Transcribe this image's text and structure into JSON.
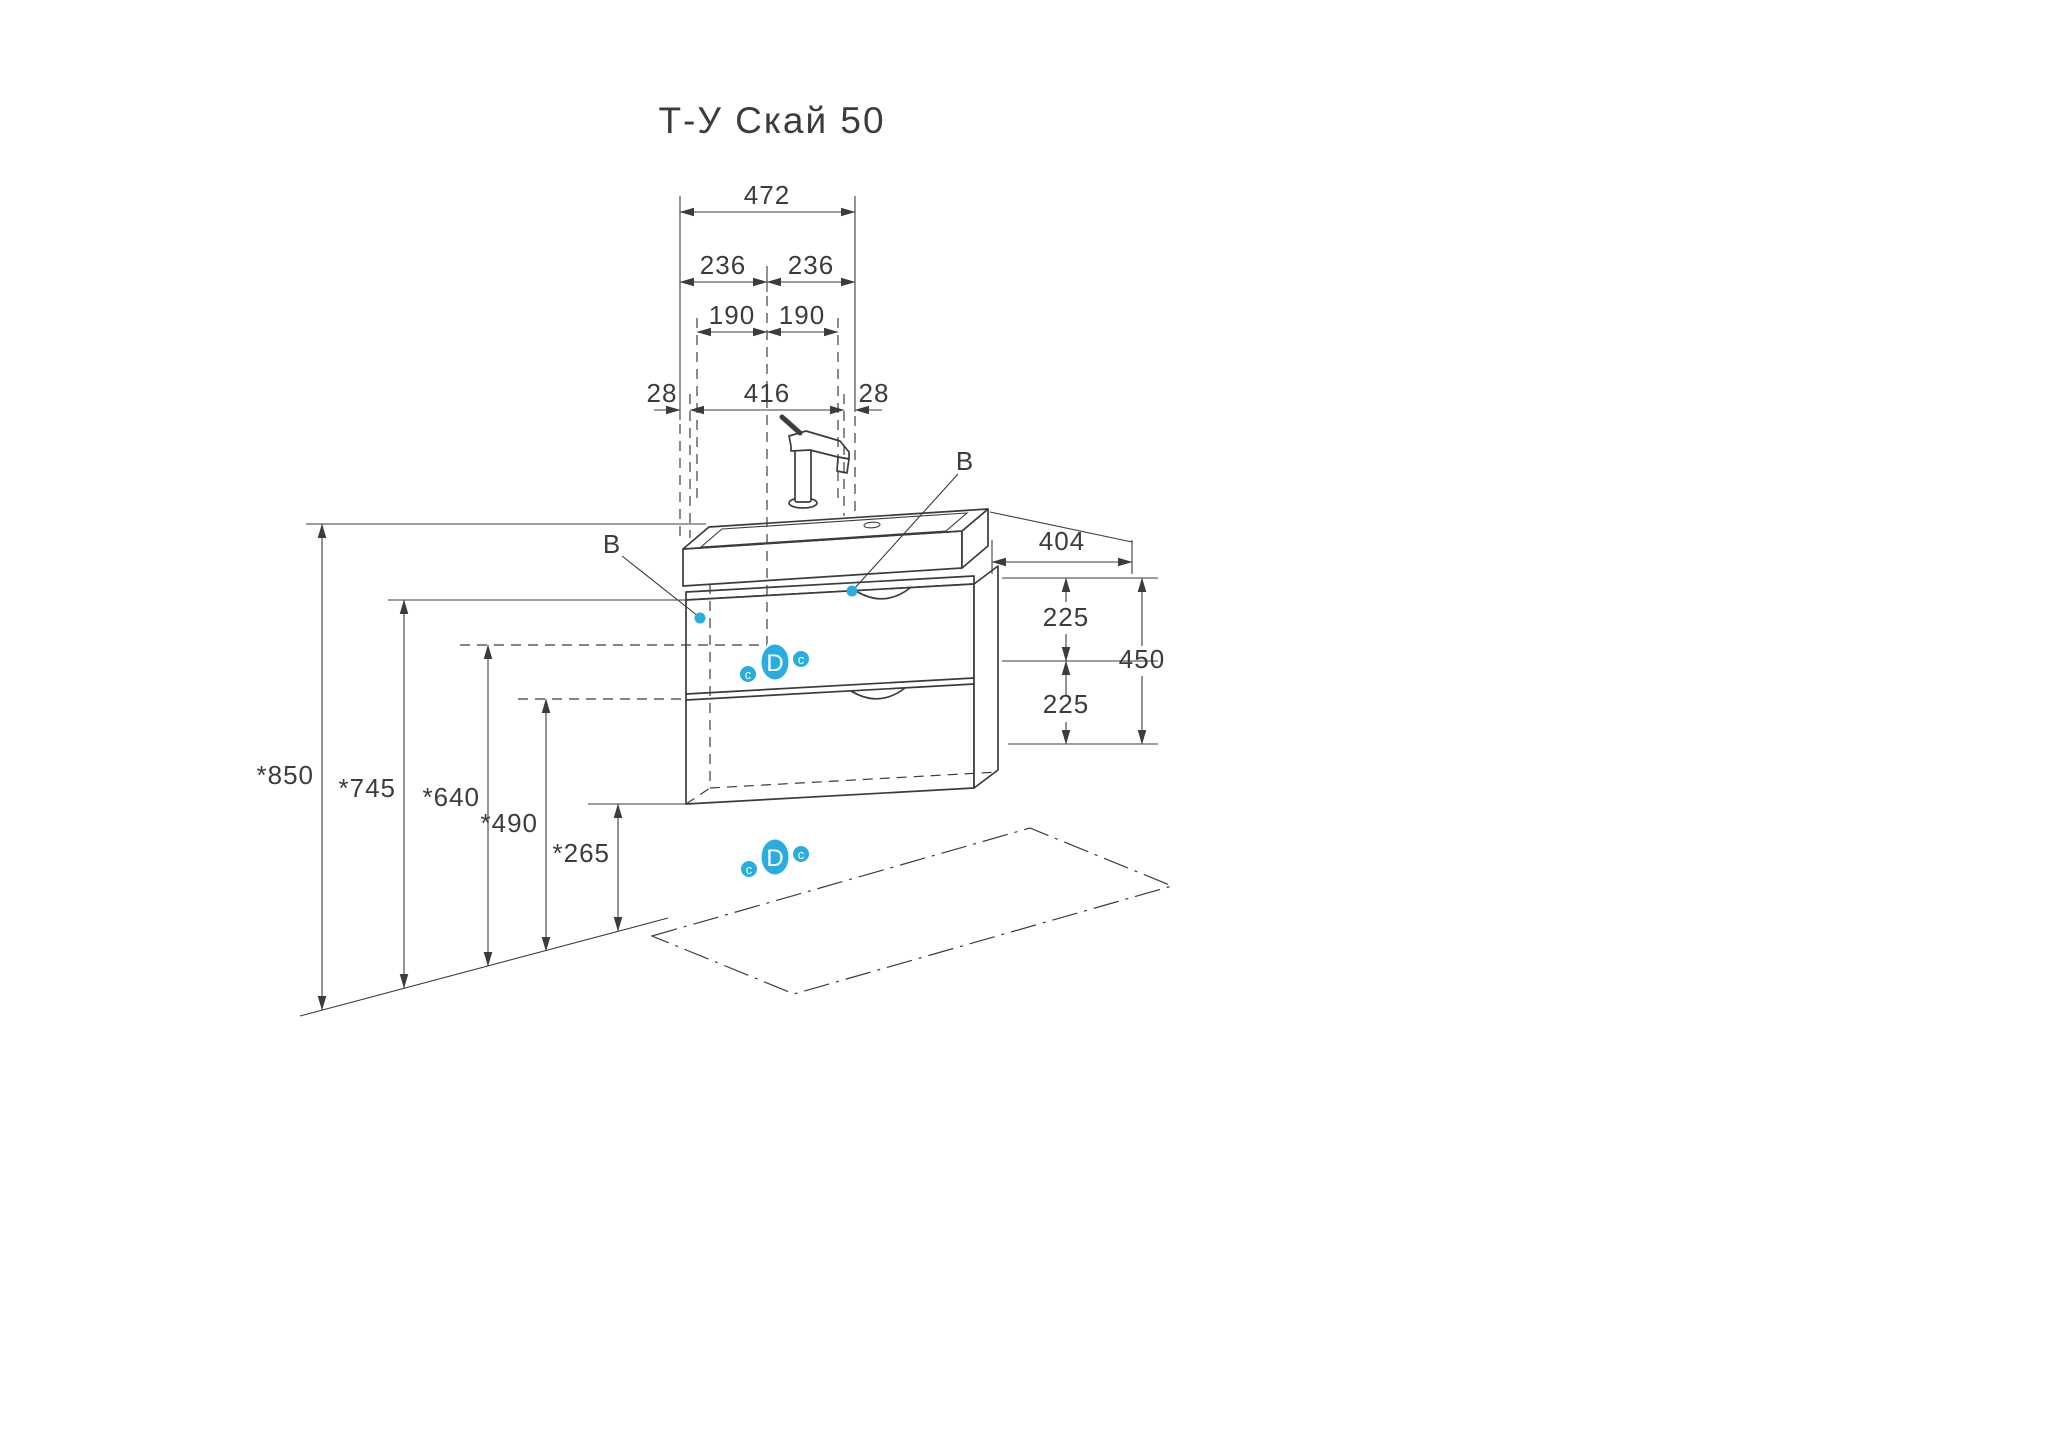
{
  "title": "Т-У Скай 50",
  "colors": {
    "line": "#3c3c3c",
    "accent": "#29ade1"
  },
  "dims": {
    "width_total": "472",
    "width_half_left": "236",
    "width_half_right": "236",
    "offset_left": "190",
    "offset_right": "190",
    "edge_left": "28",
    "inner_width": "416",
    "edge_right": "28",
    "depth": "404",
    "upper_section": "225",
    "lower_section": "225",
    "cabinet_height": "450",
    "height_sink_top": "*850",
    "height_cabinet_top": "*745",
    "height_basin_bottom": "*640",
    "height_drawer_split": "*490",
    "height_cabinet_bottom": "*265"
  },
  "callouts": {
    "b_left": "B",
    "b_right": "B",
    "d_upper": "D",
    "d_lower": "D",
    "c_upper_left": "c",
    "c_upper_right": "c",
    "c_lower_left": "c",
    "c_lower_right": "c"
  }
}
